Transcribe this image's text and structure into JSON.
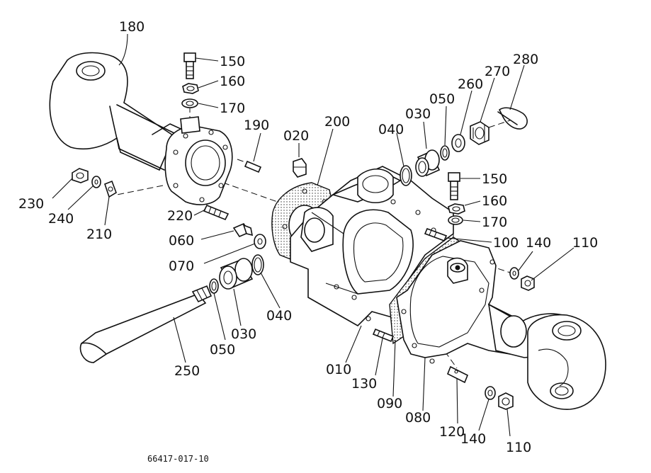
{
  "drawing_code": "66417-017-10",
  "callouts": [
    {
      "id": "c180a",
      "text": "180"
    },
    {
      "id": "c150a",
      "text": "150"
    },
    {
      "id": "c160a",
      "text": "160"
    },
    {
      "id": "c170a",
      "text": "170"
    },
    {
      "id": "c190",
      "text": "190"
    },
    {
      "id": "c020",
      "text": "020"
    },
    {
      "id": "c200",
      "text": "200"
    },
    {
      "id": "c040a",
      "text": "040"
    },
    {
      "id": "c030a",
      "text": "030"
    },
    {
      "id": "c050a",
      "text": "050"
    },
    {
      "id": "c260",
      "text": "260"
    },
    {
      "id": "c270",
      "text": "270"
    },
    {
      "id": "c280",
      "text": "280"
    },
    {
      "id": "c150b",
      "text": "150"
    },
    {
      "id": "c160b",
      "text": "160"
    },
    {
      "id": "c170b",
      "text": "170"
    },
    {
      "id": "c100",
      "text": "100"
    },
    {
      "id": "c140a",
      "text": "140"
    },
    {
      "id": "c110a",
      "text": "110"
    },
    {
      "id": "c230",
      "text": "230"
    },
    {
      "id": "c240",
      "text": "240"
    },
    {
      "id": "c210",
      "text": "210"
    },
    {
      "id": "c220",
      "text": "220"
    },
    {
      "id": "c060",
      "text": "060"
    },
    {
      "id": "c070",
      "text": "070"
    },
    {
      "id": "c040b",
      "text": "040"
    },
    {
      "id": "c030b",
      "text": "030"
    },
    {
      "id": "c050b",
      "text": "050"
    },
    {
      "id": "c250",
      "text": "250"
    },
    {
      "id": "c010",
      "text": "010"
    },
    {
      "id": "c130",
      "text": "130"
    },
    {
      "id": "c090",
      "text": "090"
    },
    {
      "id": "c080",
      "text": "080"
    },
    {
      "id": "c120",
      "text": "120"
    },
    {
      "id": "c140b",
      "text": "140"
    },
    {
      "id": "c110b",
      "text": "110"
    }
  ]
}
